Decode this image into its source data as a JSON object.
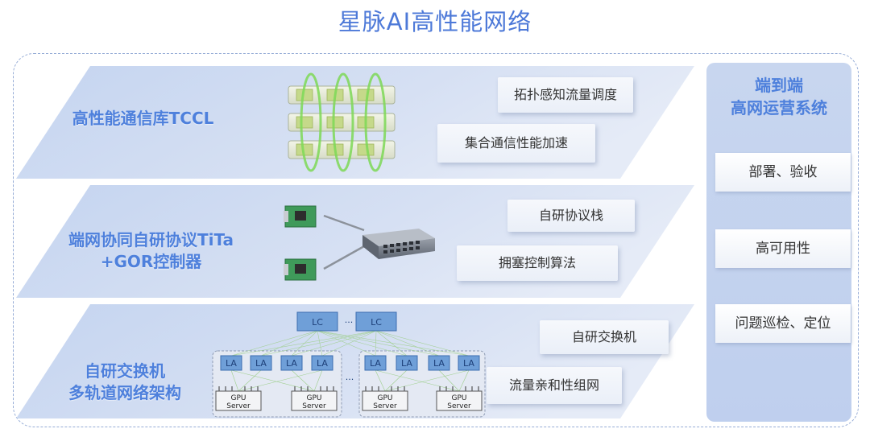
{
  "title": "星脉AI高性能网络",
  "layers": [
    {
      "title_lines": [
        "高性能通信库TCCL"
      ],
      "features": [
        "拓扑感知流量调度",
        "集合通信性能加速"
      ]
    },
    {
      "title_lines": [
        "端网协同自研协议TiTa",
        "+GOR控制器"
      ],
      "features": [
        "自研协议栈",
        "拥塞控制算法"
      ]
    },
    {
      "title_lines": [
        "自研交换机",
        "多轨道网络架构"
      ],
      "features": [
        "自研交换机",
        "流量亲和性组网"
      ]
    }
  ],
  "ops": {
    "title_lines": [
      "端到端",
      "高网运营系统"
    ],
    "items": [
      "部署、验收",
      "高可用性",
      "问题巡检、定位"
    ]
  },
  "topology": {
    "spine_label": "LC",
    "leaf_label": "LA",
    "server_label_lines": [
      "GPU",
      "Server"
    ],
    "ellipsis": "..."
  },
  "colors": {
    "accent": "#4e80dc",
    "layer_fill": "#d3def3",
    "ops_panel": "#c3d3ef",
    "node_fill": "#6f9fd8",
    "ring_green": "#7ed957"
  }
}
